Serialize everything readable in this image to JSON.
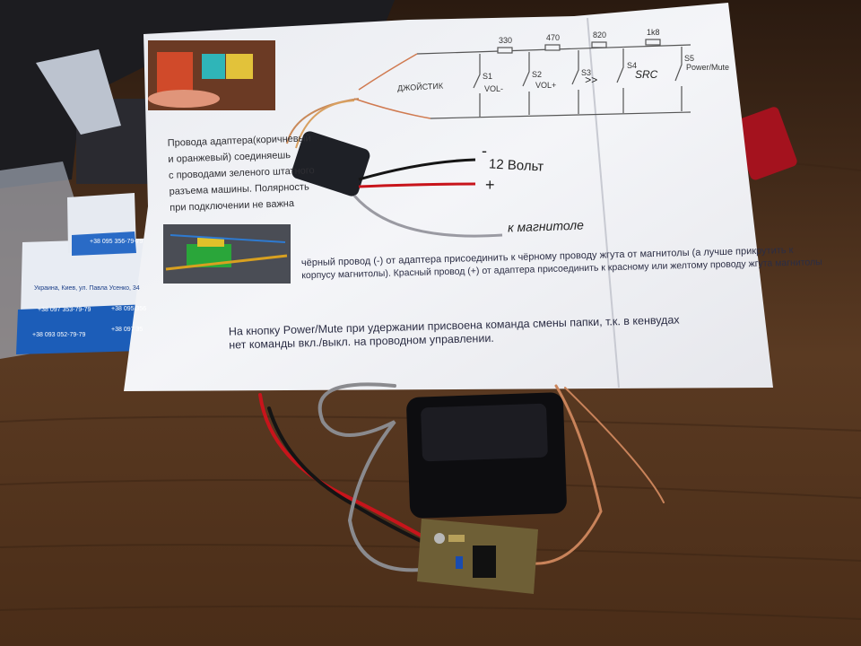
{
  "photo": {
    "description_free": true,
    "sheet": {
      "adapter_note": [
        "Провода адаптера(коричневый",
        "и оранжевый) соединяешь",
        "с проводами зеленого штатного",
        "разъема машины. Полярность",
        "при подключении не важна"
      ],
      "joystick_label": "ДЖОЙСТИК",
      "resistors": [
        "330",
        "470",
        "820",
        "1k8"
      ],
      "switches": [
        {
          "id": "S1",
          "label": "VOL-"
        },
        {
          "id": "S2",
          "label": "VOL+"
        },
        {
          "id": "S3",
          "label": ">>"
        },
        {
          "id": "S4",
          "label": "SRC"
        },
        {
          "id": "S5",
          "label": "Power/Mute"
        }
      ],
      "minus_sign": "-",
      "plus_sign": "+",
      "voltage_label": "12 Вольт",
      "radio_label": "к магнитоле",
      "wiring_instruction": [
        "чёрный провод (-) от адаптера присоединить к чёрному проводу жгута от магнитолы (а лучше прикрутить к",
        "корпусу магнитолы). Красный провод (+) от адаптера присоединить к красному или желтому проводу жгута магнитолы"
      ],
      "power_mute_note": [
        "На кнопку Power/Mute при удержании присвоена команда смены папки, т.к. в кенвудах",
        "нет команды вкл./выкл. на проводном управлении."
      ]
    },
    "cards": {
      "phones": [
        "+38 095 356-79-79",
        "+38 097 353-79-79",
        "+38 095 356",
        "+38 097 35",
        "+38 093 052-79-79"
      ],
      "address": "Украина, Киев, ул. Павла Усенко, 34"
    },
    "colors": {
      "table": "#4a2f1a",
      "paper": "#f2f3f6",
      "wire_red": "#c8141b",
      "wire_black": "#141414",
      "wire_gray": "#8a8a8e",
      "wire_copper": "#c9835a",
      "pcb": "#7a6a3a"
    }
  }
}
